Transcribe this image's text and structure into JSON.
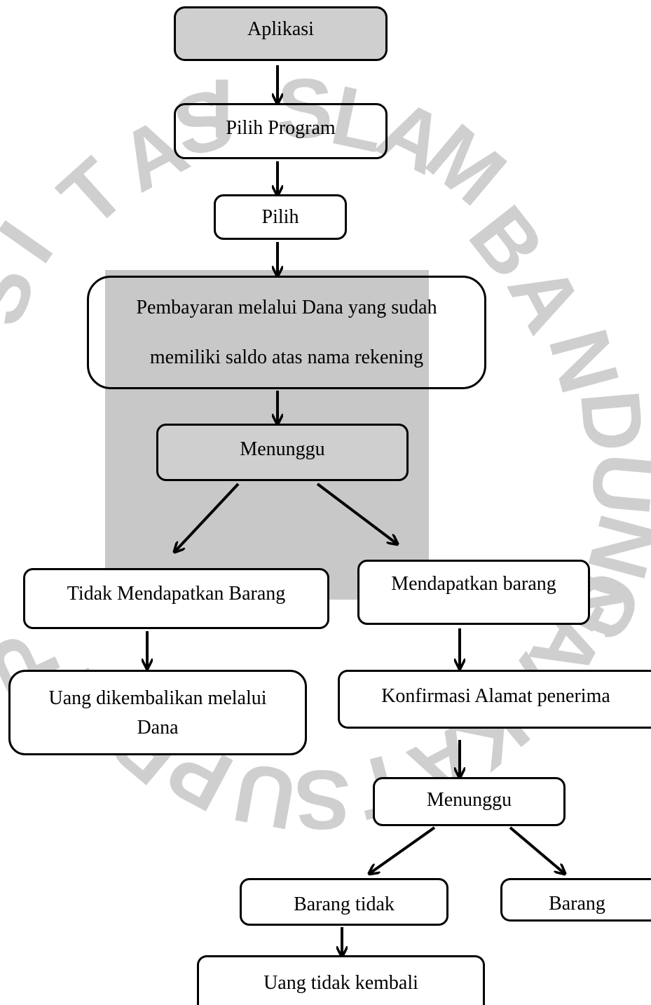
{
  "watermark": {
    "letters": [
      "S",
      "I",
      "T",
      "A",
      "S",
      "I",
      "S",
      "L",
      "A",
      "M",
      "B",
      "A",
      "N",
      "D",
      "U",
      "N",
      "G",
      "P",
      "E",
      "R",
      "P",
      "U",
      "S",
      "T",
      "A",
      "K",
      "A",
      "A",
      "N"
    ],
    "color": "#cfcfcf",
    "block_color": "#c8c8c8"
  },
  "nodes": {
    "aplikasi": "Aplikasi",
    "pilih_program": "Pilih Program",
    "pilih": "Pilih",
    "pembayaran_line1": "Pembayaran melalui Dana yang sudah",
    "pembayaran_line2": "memiliki saldo atas nama rekening",
    "menunggu_1": "Menunggu",
    "tidak_mendapatkan": "Tidak Mendapatkan Barang",
    "mendapatkan": "Mendapatkan barang",
    "uang_dikembalikan_line1": "Uang dikembalikan melalui",
    "uang_dikembalikan_line2": "Dana",
    "konfirmasi": "Konfirmasi Alamat penerima",
    "menunggu_2": "Menunggu",
    "barang_tidak": "Barang tidak",
    "barang": "Barang",
    "uang_tidak_kembali": "Uang tidak kembali"
  },
  "colors": {
    "stroke": "#000000",
    "node_fill": "#ffffff",
    "highlight_fill": "#cfcfcf"
  }
}
